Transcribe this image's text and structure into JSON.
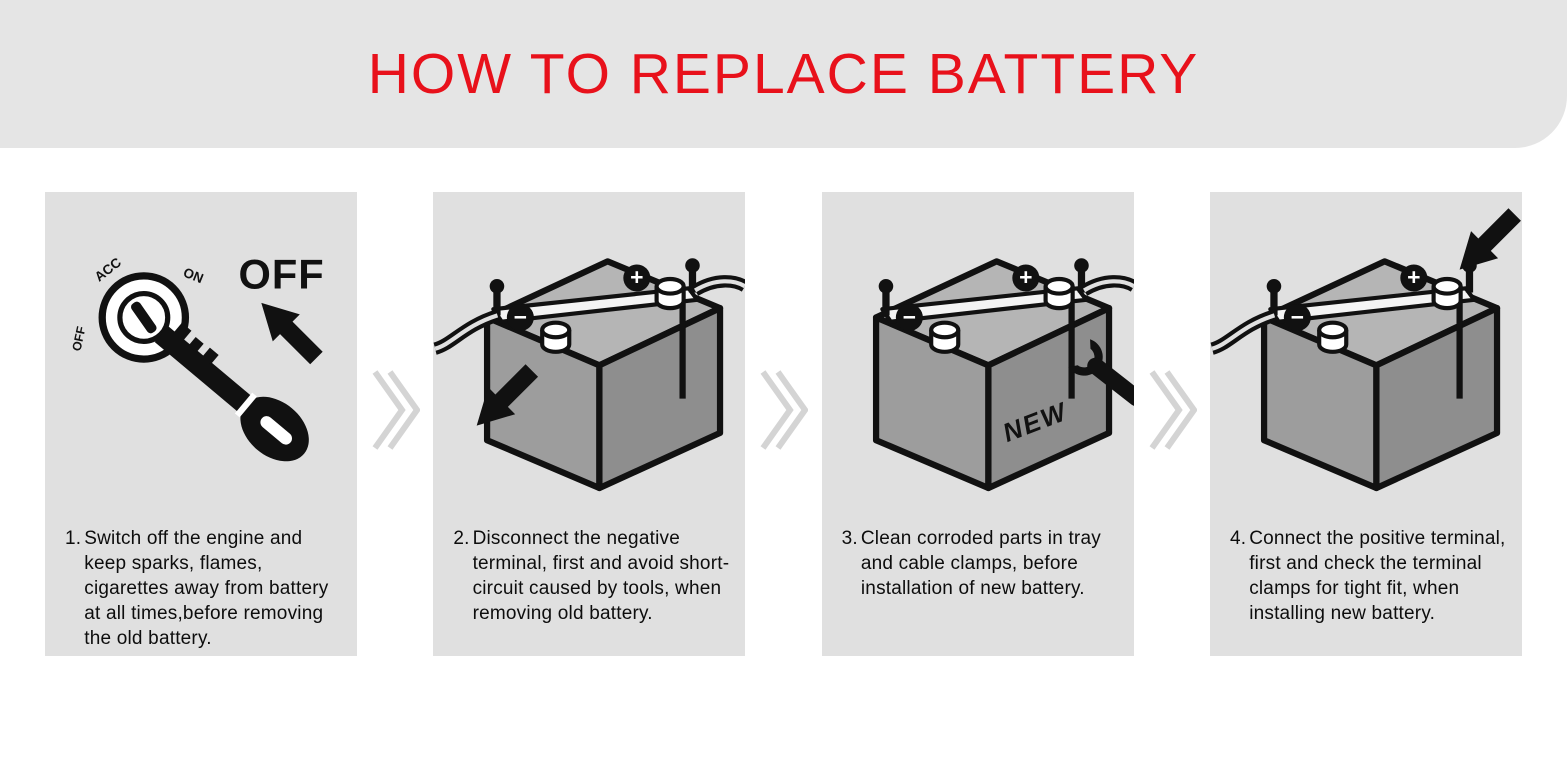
{
  "header": {
    "title": "HOW TO REPLACE BATTERY"
  },
  "steps": [
    {
      "number": "1.",
      "text": "Switch off the engine and keep sparks, flames, cigarettes away from battery at all times,before removing the old battery."
    },
    {
      "number": "2.",
      "text": "Disconnect the negative terminal, first and avoid short-circuit caused by tools, when removing old battery."
    },
    {
      "number": "3.",
      "text": "Clean corroded parts in tray and cable clamps, before installation of new battery."
    },
    {
      "number": "4.",
      "text": "Connect the positive terminal, first and check the terminal clamps for tight fit, when installing new battery."
    }
  ],
  "labels": {
    "off_big": "OFF",
    "ignition_on": "ON",
    "ignition_acc": "ACC",
    "ignition_off": "OFF",
    "plus": "+",
    "minus": "−",
    "new": "NEW"
  },
  "icons": {
    "separator": "double-chevron-right",
    "off_arrow": "arrow-up-left",
    "disconnect_arrow": "arrow-down-left",
    "connect_arrow": "arrow-down-left"
  },
  "colors": {
    "title": "#e8111b",
    "header_band": "#e5e5e5",
    "panel": "#e0e0e0",
    "chevron": "#d4d4d4",
    "ink": "#111111",
    "battery_top": "#b5b5b5",
    "battery_front": "#9d9d9d",
    "battery_side": "#8e8e8e"
  }
}
